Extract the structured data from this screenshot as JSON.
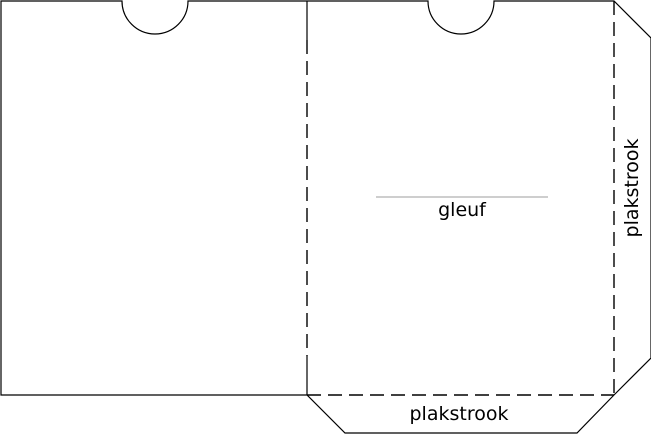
{
  "labels": {
    "slot": "gleuf",
    "side_strip": "plakstrook",
    "bottom_strip": "plakstrook"
  },
  "colors": {
    "cut_line": "#000000",
    "fold_line": "#000000",
    "slot_line": "#9e9e9e",
    "background": "#ffffff"
  }
}
